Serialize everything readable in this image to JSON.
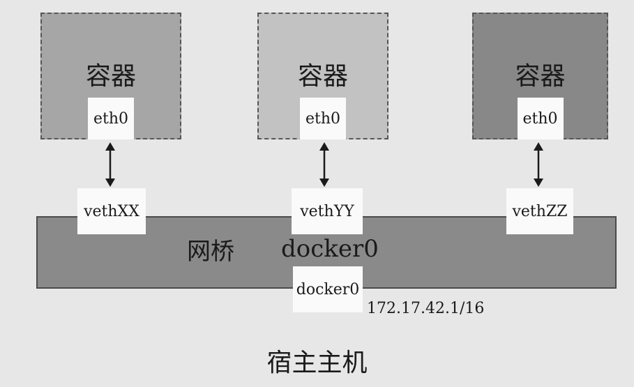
{
  "containers": [
    {
      "title": "容器",
      "interface": "eth0",
      "fill": "#a6a6a6"
    },
    {
      "title": "容器",
      "interface": "eth0",
      "fill": "#c2c2c2"
    },
    {
      "title": "容器",
      "interface": "eth0",
      "fill": "#888888"
    }
  ],
  "veth_pairs": [
    "vethXX",
    "vethYY",
    "vethZZ"
  ],
  "bridge": {
    "label": "网桥",
    "name": "docker0",
    "interface": "docker0",
    "ip": "172.17.42.1/16",
    "fill": "#8a8a8a"
  },
  "host_label": "宿主主机"
}
